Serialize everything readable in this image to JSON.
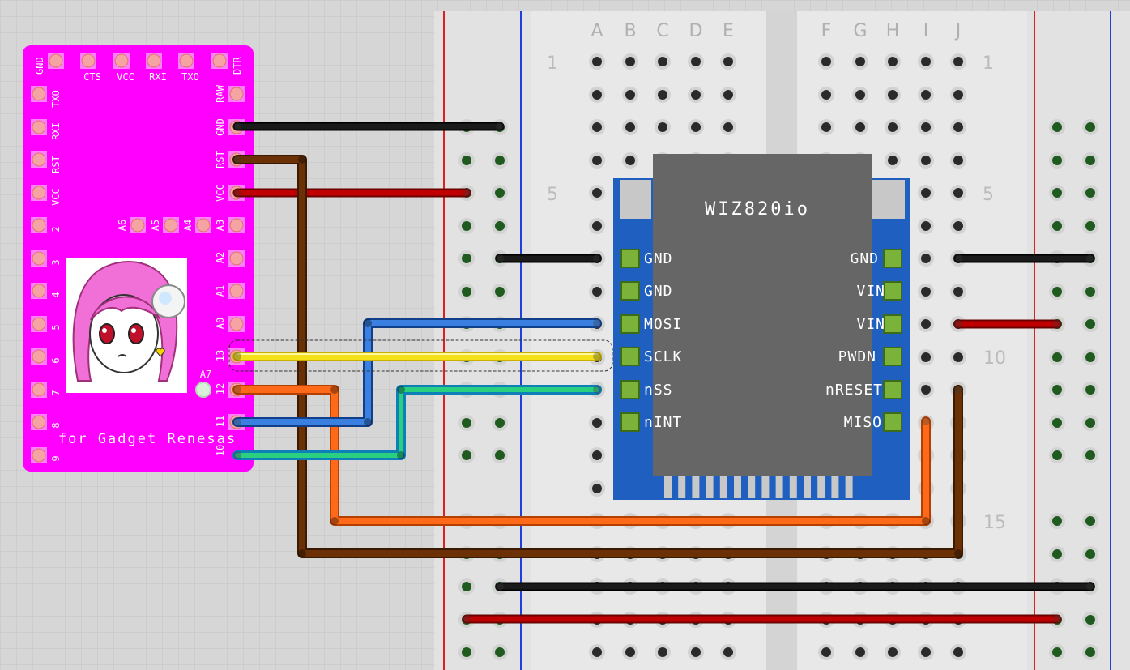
{
  "breadboard": {
    "columns_left": [
      "A",
      "B",
      "C",
      "D",
      "E"
    ],
    "columns_right": [
      "F",
      "G",
      "H",
      "I",
      "J"
    ],
    "row_numbers": [
      "1",
      "5",
      "10",
      "15"
    ]
  },
  "module": {
    "title": "WIZ820io",
    "left_pins": [
      "GND",
      "GND",
      "MOSI",
      "SCLK",
      "nSS",
      "nINT"
    ],
    "right_pins": [
      "GND",
      "VIN",
      "VIN",
      "PWDN",
      "nRESET",
      "MISO"
    ]
  },
  "arduino": {
    "top_labels": [
      "GND",
      "CTS",
      "VCC",
      "RXI",
      "TXO",
      "DTR"
    ],
    "left_labels": [
      "TXO",
      "RXI",
      "RST",
      "VCC",
      "2",
      "3",
      "4",
      "5",
      "6",
      "7",
      "8",
      "9"
    ],
    "right_labels": [
      "RAW",
      "GND",
      "RST",
      "VCC",
      "A3",
      "A2",
      "A1",
      "A0",
      "13",
      "12",
      "11",
      "10"
    ],
    "analog_labels": [
      "A6",
      "A5",
      "A4"
    ],
    "a7_label": "A7",
    "caption": "for Gadget Renesas"
  },
  "colors": {
    "board_magenta": "#ff00ff",
    "module_blue": "#1f5fbf",
    "module_chip": "#666666",
    "wire_black": "#1a1a1a",
    "wire_red": "#b00000",
    "wire_brown": "#6b3006",
    "wire_orange": "#ff6a1a",
    "wire_blue": "#2a6fd0",
    "wire_yellow": "#f5e118",
    "wire_green": "#26c06a",
    "wire_cyan": "#15a0d8",
    "rail_red": "#e02020",
    "rail_blue": "#1f3fdc"
  }
}
